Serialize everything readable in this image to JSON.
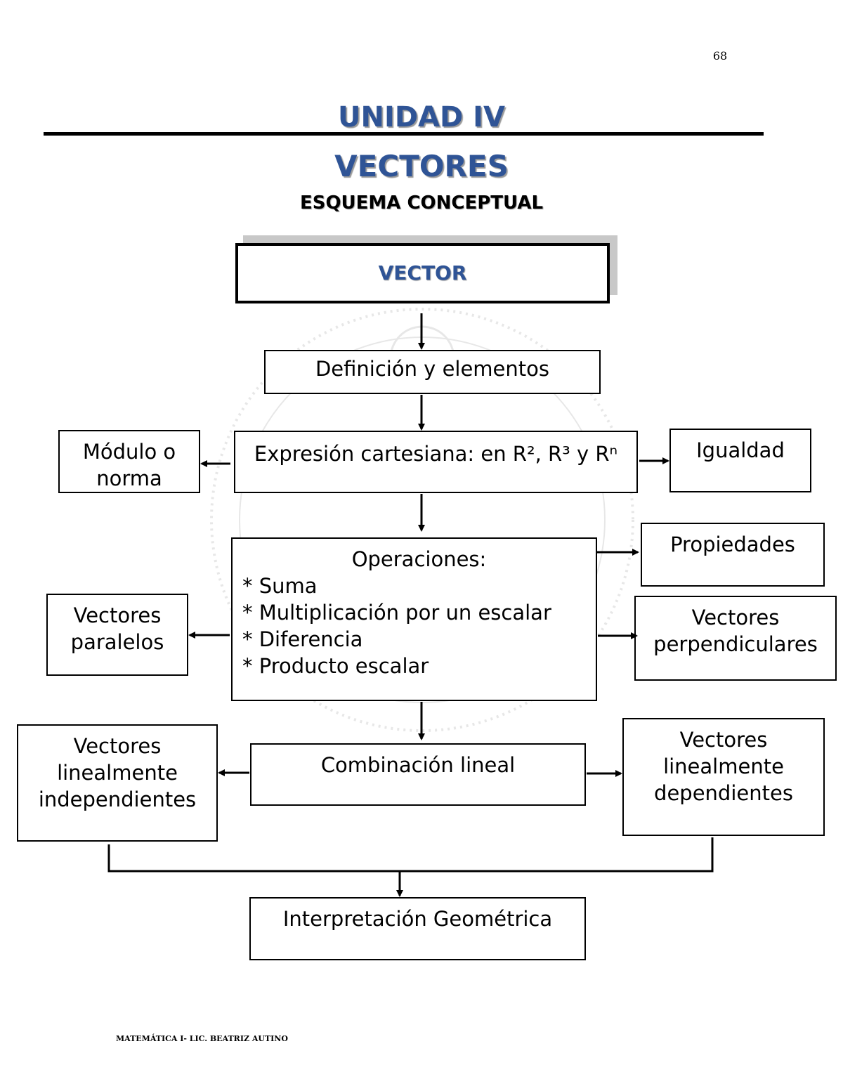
{
  "page_number": "68",
  "header": {
    "unit": "UNIDAD IV",
    "topic": "VECTORES",
    "subtitle": "ESQUEMA CONCEPTUAL"
  },
  "nodes": {
    "vector": "VECTOR",
    "definicion": "Definición y elementos",
    "expresion": "Expresión cartesiana: en R², R³ y Rⁿ",
    "modulo_line1": "Módulo o",
    "modulo_line2": "norma",
    "igualdad": "Igualdad",
    "operaciones_title": "Operaciones:",
    "operaciones_items": [
      "* Suma",
      "* Multiplicación por un escalar",
      "* Diferencia",
      "* Producto escalar"
    ],
    "propiedades": "Propiedades",
    "paralelos_line1": "Vectores",
    "paralelos_line2": "paralelos",
    "perpendiculares_line1": "Vectores",
    "perpendiculares_line2": "perpendiculares",
    "combinacion": "Combinación lineal",
    "independientes_line1": "Vectores",
    "independientes_line2": "linealmente",
    "independientes_line3": "independientes",
    "dependientes_line1": "Vectores",
    "dependientes_line2": "linealmente",
    "dependientes_line3": "dependientes",
    "interpretacion": "Interpretación Geométrica"
  },
  "footer": "MATEMÁTICA I- LIC. BEATRIZ AUTINO",
  "colors": {
    "title_blue": "#2f5496",
    "shadow_gray": "#c8c8c8"
  }
}
